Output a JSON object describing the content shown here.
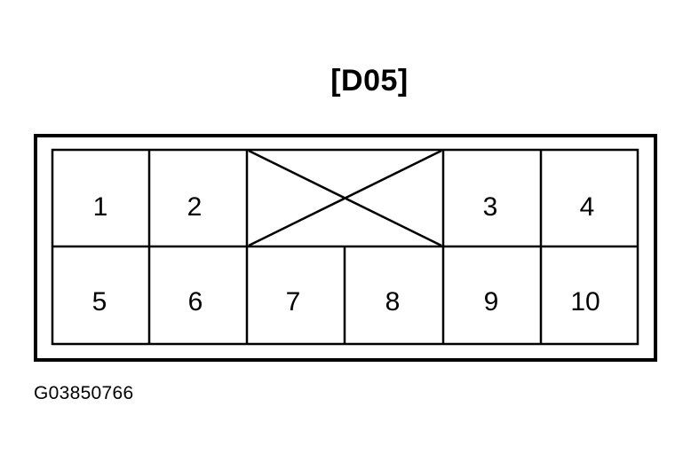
{
  "connector": {
    "title": "[D05]",
    "pins_top": [
      "1",
      "2",
      "3",
      "4"
    ],
    "pins_bottom": [
      "5",
      "6",
      "7",
      "8",
      "9",
      "10"
    ]
  },
  "footer": {
    "code": "G03850766"
  }
}
